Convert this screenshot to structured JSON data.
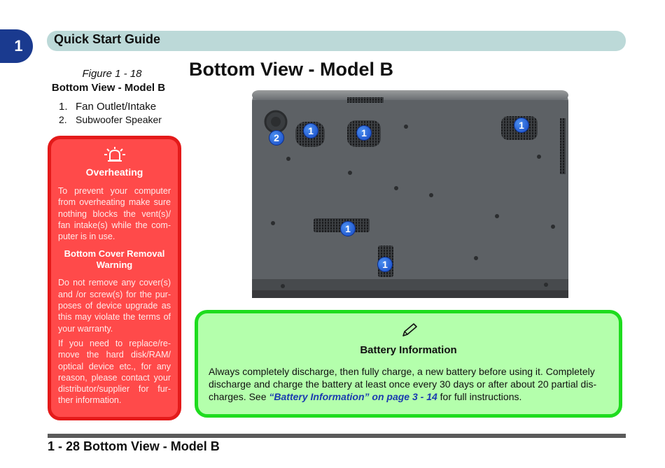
{
  "chapter": {
    "number": "1"
  },
  "header": {
    "title": "Quick Start Guide"
  },
  "page_title": "Bottom View - Model B",
  "figure": {
    "number": "Figure 1 - 18",
    "title": "Bottom View - Model B",
    "legend": [
      {
        "num": "1.",
        "label": "Fan Outlet/Intake"
      },
      {
        "num": "2.",
        "label": "Subwoofer Speaker"
      }
    ],
    "markers": [
      "1",
      "1",
      "1",
      "2",
      "1",
      "1"
    ]
  },
  "warning": {
    "icon": "overheating-alarm-icon",
    "heading": "Overheating",
    "text1": "To prevent your computer from overheating make sure nothing blocks the vent(s)/ fan intake(s) while the com-puter is in use.",
    "subheading": "Bottom Cover Removal Warning",
    "text2": "Do not remove any cover(s) and /or screw(s) for the pur-poses of device upgrade as this may violate the terms of your warranty.",
    "text3": "If you need to replace/re-move the hard disk/RAM/ optical device etc., for any reason, please contact your distributor/supplier for fur-ther information.",
    "colors": {
      "fill": "#ff4a4a",
      "border": "#e41a1a"
    }
  },
  "note": {
    "icon": "pencil-icon",
    "heading": "Battery Information",
    "text_before": "Always completely discharge, then fully charge, a new battery before using it. Completely discharge and charge the battery at least once every 30 days or after about 20 partial dis-charges. See ",
    "link": "“Battery Information” on page 3 - 14",
    "text_after": " for full instructions.",
    "colors": {
      "fill": "#b4ffac",
      "border": "#1edc1e"
    }
  },
  "footer": {
    "text": "1 - 28 Bottom View - Model B"
  }
}
